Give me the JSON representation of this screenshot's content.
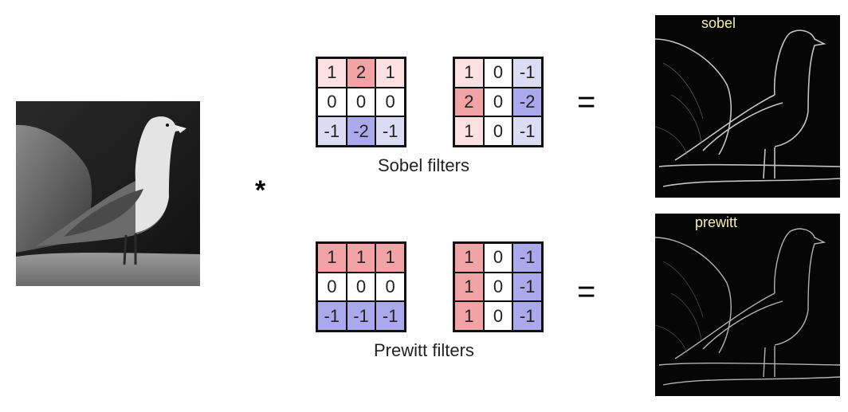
{
  "operator": "*",
  "equals": "=",
  "sobel": {
    "caption": "Sobel filters",
    "output_label": "sobel",
    "kernel_x": [
      [
        "1",
        "2",
        "1"
      ],
      [
        "0",
        "0",
        "0"
      ],
      [
        "-1",
        "-2",
        "-1"
      ]
    ],
    "kernel_y": [
      [
        "1",
        "0",
        "-1"
      ],
      [
        "2",
        "0",
        "-2"
      ],
      [
        "1",
        "0",
        "-1"
      ]
    ]
  },
  "prewitt": {
    "caption": "Prewitt filters",
    "output_label": "prewitt",
    "kernel_x": [
      [
        "1",
        "1",
        "1"
      ],
      [
        "0",
        "0",
        "0"
      ],
      [
        "-1",
        "-1",
        "-1"
      ]
    ],
    "kernel_y": [
      [
        "1",
        "0",
        "-1"
      ],
      [
        "1",
        "0",
        "-1"
      ],
      [
        "1",
        "0",
        "-1"
      ]
    ]
  },
  "colors": {
    "positive_strong": "#f2a3a6",
    "positive_light": "#fde0e1",
    "zero": "#ffffff",
    "negative_light": "#dcdcf5",
    "negative_strong": "#a9a9ec",
    "edge_label": "#f5f0a8"
  }
}
